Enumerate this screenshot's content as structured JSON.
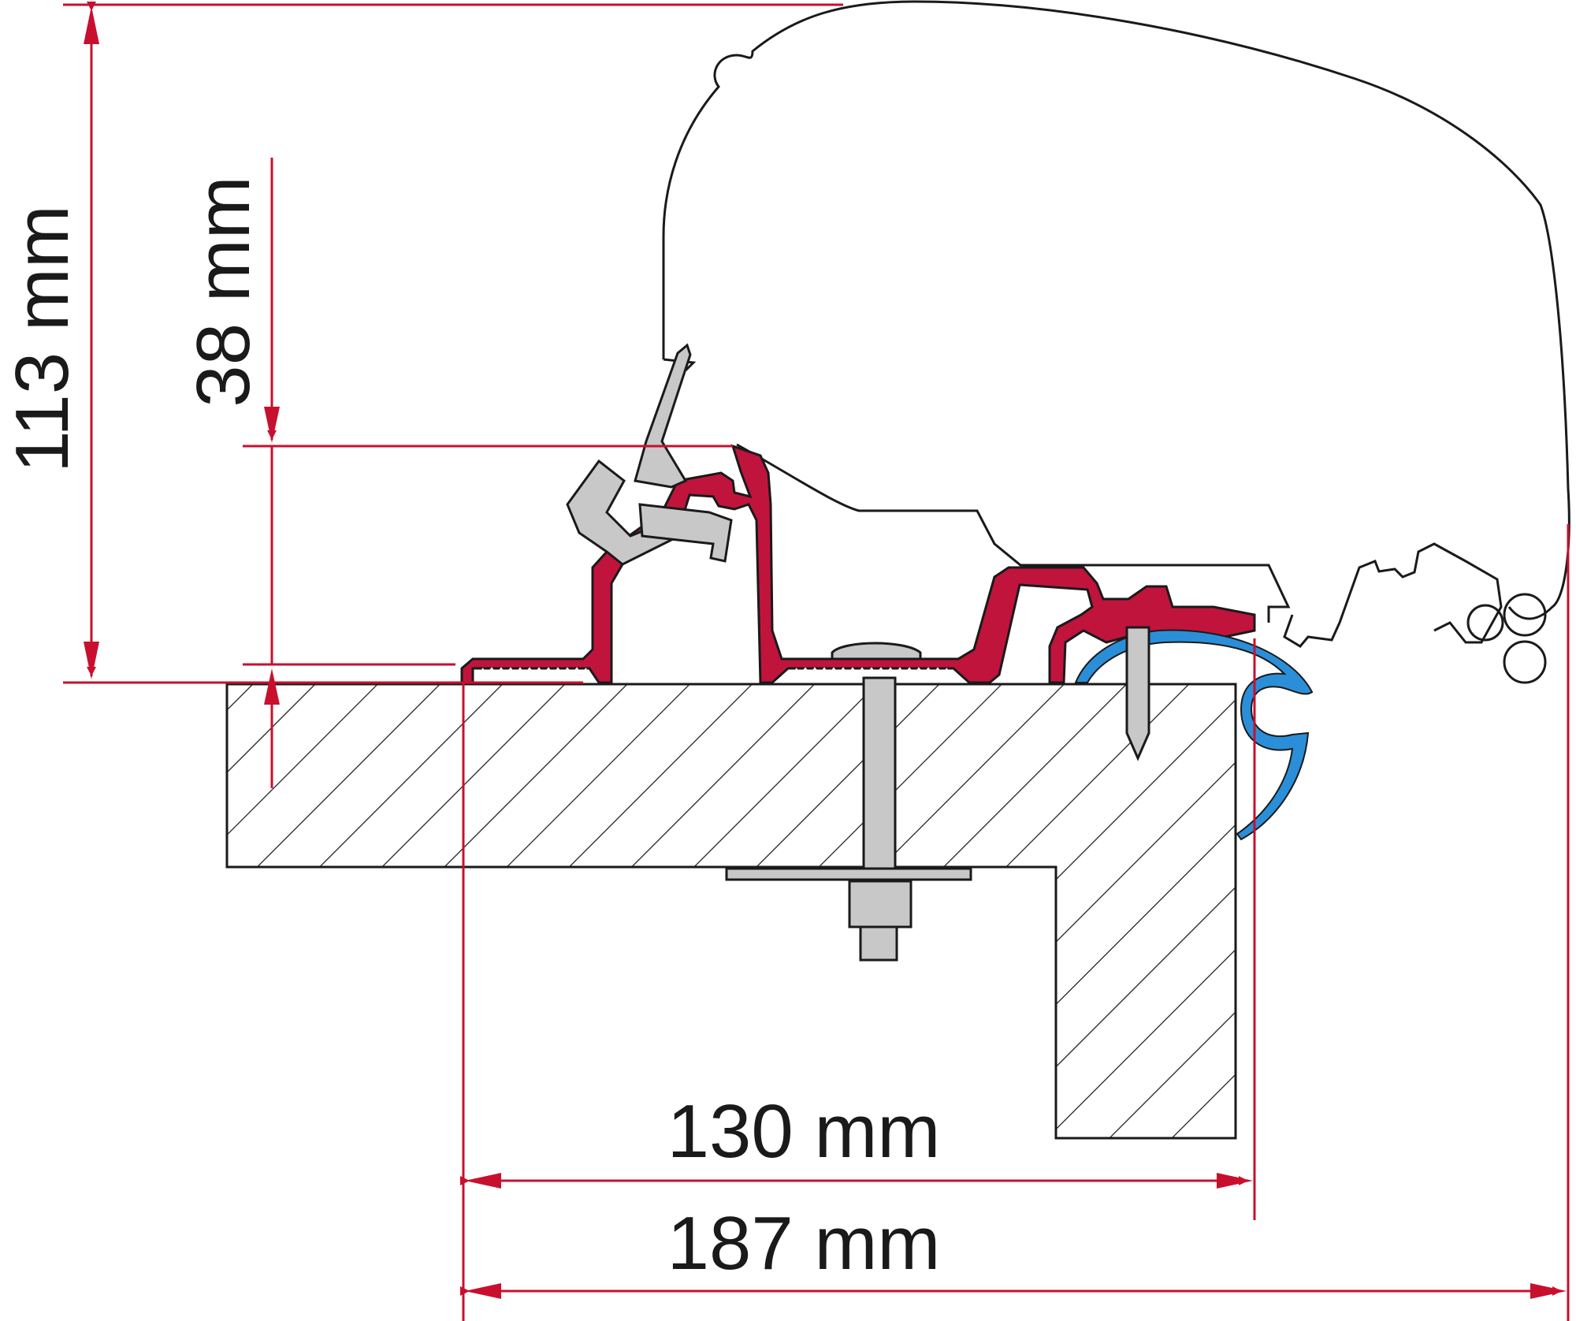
{
  "dimensions": {
    "total_height": "113 mm",
    "adapter_height": "38 mm",
    "inner_width": "130 mm",
    "total_width": "187 mm"
  },
  "colors": {
    "dimension_line": "#c8102e",
    "adapter_profile": "#c0143c",
    "gasket": "#2a8fd8",
    "hardware": "#c8c8c8",
    "outline": "#1a1a1a"
  }
}
